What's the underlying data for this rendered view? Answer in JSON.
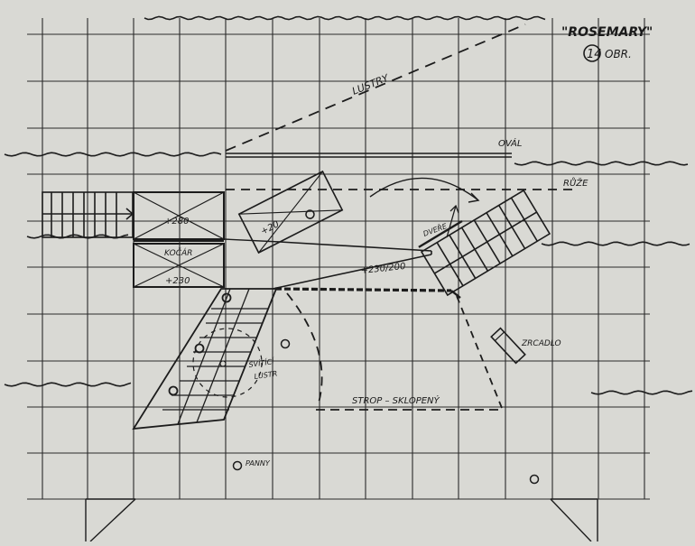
{
  "colors": {
    "paper": "#d9d9d4",
    "grid": "#2a2a2a",
    "ink": "#1c1c1c"
  },
  "title": "\"ROSEMARY\"",
  "figure_number": "14",
  "figure_suffix": "OBR.",
  "labels": {
    "lustry": "LUSTRY",
    "oval": "OVÁL",
    "ruze": "RŮŽE",
    "plus280": "+280",
    "kocar": "KOČÁR",
    "plus230_left": "+230",
    "plus20": "+20",
    "dvere": "DVEŘE",
    "plus230_200": "+230/200",
    "zrcadlo": "ZRCADLO",
    "svitici_lustr_1": "SVÍTÍCÍ",
    "svitici_lustr_2": "LUSTR",
    "strop_skopeny": "STROP – SKLOPENÝ",
    "panny": "PANNY"
  }
}
